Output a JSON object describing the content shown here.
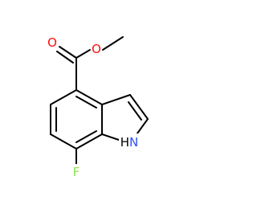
{
  "molecule": {
    "atoms": {
      "O_carbonyl": {
        "symbol": "O",
        "color": "#ff0d0d"
      },
      "O_ester": {
        "symbol": "O",
        "color": "#ff0d0d"
      },
      "F": {
        "symbol": "F",
        "color": "#90e050"
      },
      "NH": {
        "symbol": "N",
        "suffix": "H",
        "color": "#3050f8",
        "h_color": "#000000"
      }
    },
    "bond_color": "#000000"
  }
}
